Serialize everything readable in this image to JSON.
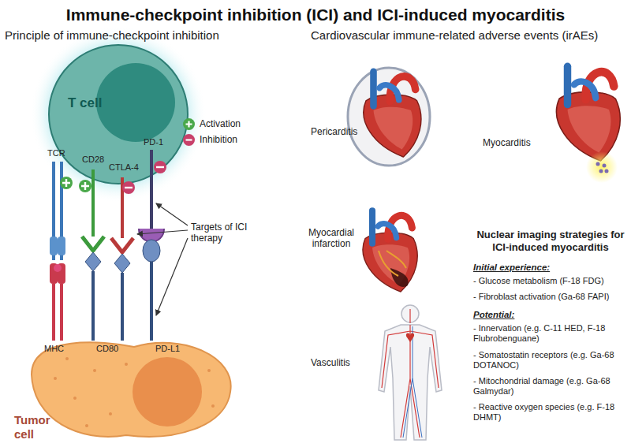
{
  "diagram": {
    "title": "Immune-checkpoint inhibition (ICI) and ICI-induced myocarditis",
    "nodes": [
      {
        "text": [
          "T cell"
        ]
      },
      {
        "text": [
          "Tumor cell"
        ]
      }
    ],
    "labels": [
      "Principle of immune-checkpoint inhibition",
      "Cardiovascular immune-related adverse events (irAEs)",
      "TCR",
      "CD28",
      "CTLA-4",
      "PD-1",
      "Targets of ICI therapy",
      "MHC",
      "CD80",
      "PD-L1",
      "Pericarditis",
      "Myocarditis",
      "Myocardial infarction",
      "Vasculitis",
      "Nuclear imaging strategies for ICI-induced myocarditis",
      "Initial experience:",
      "- Glucose metabolism (F-18 FDG)",
      "- Fibroblast activation (Ga-68 FAPI)",
      "Potential:",
      "- Innervation (e.g. C-11 HED, F-18 Flubrobenguane)",
      "- Somatostatin receptors (e.g. Ga-68 DOTANOC)",
      "- Mitochondrial damage (e.g. Ga-68 Galmydar)",
      "- Reactive oxygen species (e.g. F-18 DHMT)"
    ],
    "legend": [
      {
        "text": "Activation",
        "color": "#4aa84a"
      },
      {
        "text": "Inhibition",
        "color": "#c8406a"
      }
    ]
  }
}
